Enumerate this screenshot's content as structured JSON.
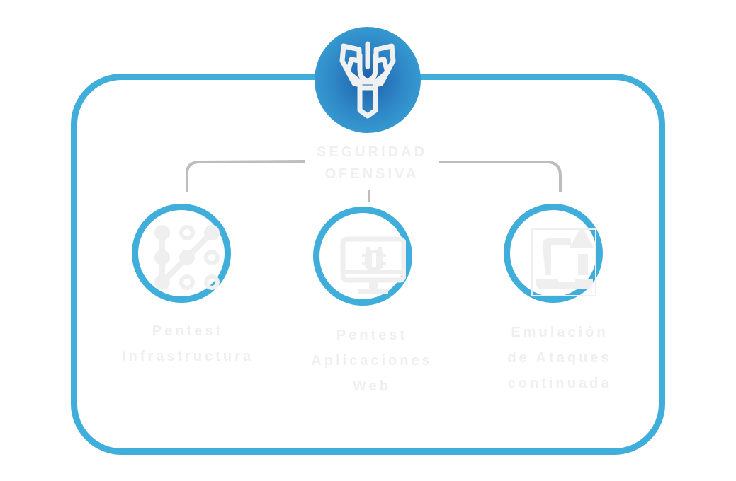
{
  "diagram": {
    "hub": {
      "title_line1": "SEGURIDAD",
      "title_line2": "OFENSIVA",
      "icon": "missile-icon"
    },
    "nodes": [
      {
        "label_lines": [
          "Pentest",
          "Infrastructura"
        ],
        "icon": "pattern-lock-network-icon"
      },
      {
        "label_lines": [
          "Pentest",
          "Aplicaciones",
          "Web"
        ],
        "icon": "monitor-bug-icon"
      },
      {
        "label_lines": [
          "Emulación",
          "de Ataques",
          "continuada"
        ],
        "icon": "laptop-upload-icon"
      }
    ],
    "colors": {
      "accent": "#3FAEDB",
      "hub_center": "#1E5FAA",
      "connector": "#BDBDBD",
      "text": "#EFEFEF",
      "background": "#FFFFFF"
    }
  }
}
